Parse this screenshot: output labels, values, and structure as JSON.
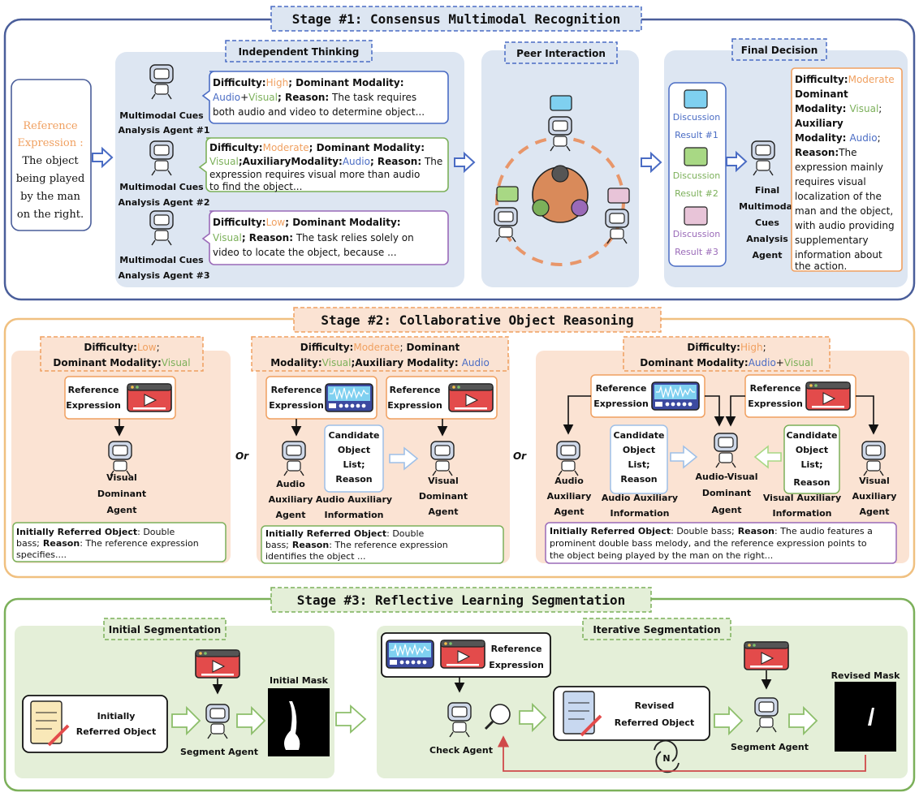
{
  "colors": {
    "orange": "#f0a060",
    "blue": "#4a6cc4",
    "green": "#7cb05a",
    "purple": "#9a6ab8",
    "stage1_bg": "#dde6f2",
    "stage2_bg": "#fbe3d3",
    "stage3_bg": "#e4efd8"
  },
  "stage1": {
    "title": "Stage #1: Consensus Multimodal Recognition",
    "ref": {
      "label1": "Reference",
      "label2": "Expression :",
      "l1": "The object",
      "l2": "being played",
      "l3": "by the man",
      "l4": "on the right."
    },
    "independent": "Independent Thinking",
    "agents": [
      {
        "name1": "Multimodal Cues",
        "name2": "Analysis Agent #1",
        "diff_label": "Difficulty:",
        "diff": "High",
        "dom_label": "; Dominant Modality:",
        "mod_a": "Audio",
        "plus": "+",
        "mod_b": "Visual",
        "reason_label": "; Reason:",
        "reason1": " The task requires",
        "reason2": "both audio and video to determine object..."
      },
      {
        "name1": "Multimodal Cues",
        "name2": "Analysis Agent #2",
        "diff_label": "Difficulty:",
        "diff": "Moderate",
        "dom_label": "; Dominant Modality:",
        "mod_a": "Visual",
        "aux_label": ";AuxiliaryModality:",
        "mod_b": "Audio",
        "reason_label": "; Reason:",
        "reason1": " The",
        "reason2": "expression requires visual more than audio",
        "reason3": "to find the object..."
      },
      {
        "name1": "Multimodal Cues",
        "name2": "Analysis Agent #3",
        "diff_label": "Difficulty:",
        "diff": "Low",
        "dom_label": "; Dominant Modality:",
        "mod_a": "Visual",
        "reason_label": "; Reason:",
        "reason1": " The task relies solely on",
        "reason2": "video to locate the object, because ..."
      }
    ],
    "peer": "Peer Interaction",
    "final_title": "Final Decision",
    "discussions": [
      {
        "l1": "Discussion",
        "l2": "Result #1"
      },
      {
        "l1": "Discussion",
        "l2": "Result #2"
      },
      {
        "l1": "Discussion",
        "l2": "Result #3"
      }
    ],
    "final_agent": {
      "l1": "Final",
      "l2": "Multimodal",
      "l3": "Cues",
      "l4": "Analysis",
      "l5": "Agent"
    },
    "final_text": {
      "diff_label": "Difficulty:",
      "diff": "Moderate",
      "dom1": "Dominant",
      "dom2": "Modality:",
      "mod_a": "Visual",
      "semi": ";",
      "aux1": "Auxiliary",
      "aux2": "Modality:",
      "mod_b": "Audio",
      "reason_label": "Reason:",
      "r0": "The",
      "r1": "expression mainly",
      "r2": "requires visual",
      "r3": "localization of the",
      "r4": "man and the object,",
      "r5": "with audio providing",
      "r6": "supplementary",
      "r7": "information about",
      "r8": "the action."
    }
  },
  "stage2": {
    "title": "Stage #2: Collaborative Object Reasoning",
    "or": "Or",
    "left": {
      "diff_label": "Difficulty:",
      "diff": "Low",
      "semi": ";",
      "dom_label": "Dominant Modality:",
      "dom": "Visual",
      "ref1": "Reference",
      "ref2": "Expression",
      "agent1": "Visual",
      "agent2": "Dominant",
      "agent3": "Agent",
      "out_label": "Initially Referred Object",
      "out1": ": Double",
      "out2": "bass;",
      "out_reason": "Reason",
      "out3": ": The reference expression",
      "out4": "specifies...."
    },
    "middle": {
      "diff_label": "Difficulty:",
      "diff": "Moderate",
      "semi": ";",
      "dom1": "Dominant",
      "dom2": "Modality:",
      "dom": "Visual",
      "aux_label": ";Auxiliary Modality:",
      "aux": "Audio",
      "ref1": "Reference",
      "ref2": "Expression",
      "cand1": "Candidate",
      "cand2": "Object",
      "cand3": "List;",
      "cand4": "Reason",
      "audio1": "Audio",
      "audio2": "Auxiliary",
      "audio3": "Agent",
      "info1": "Audio Auxiliary",
      "info2": "Information",
      "vis1": "Visual",
      "vis2": "Dominant",
      "vis3": "Agent",
      "out_label": "Initially Referred Object",
      "out1": ": Double",
      "out2": "bass;",
      "out_reason": "Reason",
      "out3": ": The reference expression",
      "out4": "identifies the object ..."
    },
    "right": {
      "diff_label": "Difficulty:",
      "diff": "High",
      "semi": ";",
      "dom_label": "Dominant Modality:",
      "mod_a": "Audio",
      "plus": "+",
      "mod_b": "Visual",
      "ref1": "Reference",
      "ref2": "Expression",
      "cand1": "Candidate",
      "cand2": "Object",
      "cand3": "List;",
      "cand4": "Reason",
      "audio1": "Audio",
      "audio2": "Auxiliary",
      "audio3": "Agent",
      "info1": "Audio Auxiliary",
      "info2": "Information",
      "av1": "Audio-Visual",
      "av2": "Dominant",
      "av3": "Agent",
      "vinfo1": "Visual  Auxiliary",
      "vinfo2": "Information",
      "vis1": "Visual",
      "vis2": "Auxiliary",
      "vis3": "Agent",
      "out_label": "Initially Referred Object",
      "out1": ": Double bass;",
      "out_reason": "Reason",
      "out2": ": The audio features a",
      "out3": "prominent double bass melody, and the reference expression points to",
      "out4": "the object being played by the man on the right..."
    }
  },
  "stage3": {
    "title": "Stage #3: Reflective Learning Segmentation",
    "initial_title": "Initial Segmentation",
    "iter_title": "Iterative Segmentation",
    "initially1": "Initially",
    "initially2": "Referred Object",
    "segment_agent": "Segment Agent",
    "initial_mask": "Initial Mask",
    "ref1": "Reference",
    "ref2": "Expression",
    "check_agent": "Check Agent",
    "revised1": "Revised",
    "revised2": "Referred Object",
    "n": "N",
    "revised_mask": "Revised Mask"
  }
}
